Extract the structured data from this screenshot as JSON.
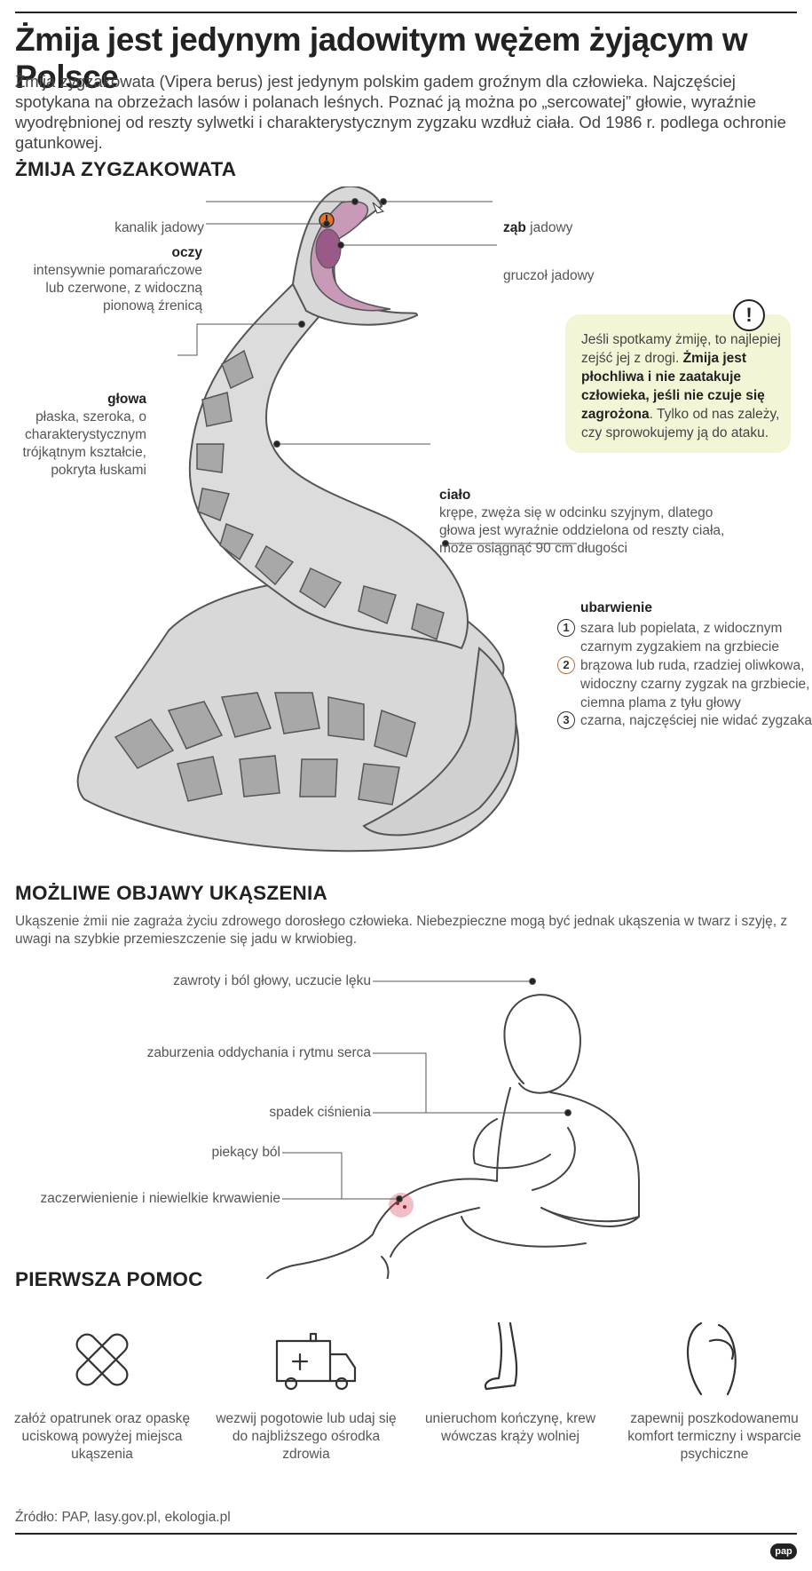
{
  "title": "Żmija jest jedynym jadowitym wężem żyjącym w Polsce",
  "lead": "Żmija zygzakowata (Vipera berus) jest jedynym polskim gadem groźnym dla człowieka. Najczęściej spotykana na obrzeżach lasów i polanach leśnych. Poznać ją można po „sercowatej” głowie, wyraźnie wyodrębnionej od reszty sylwetki i charakterystycznym zygzaku wzdłuż ciała. Od 1986 r. podlega ochronie gatunkowej.",
  "section_snake": "ŻMIJA ZYGZAKOWATA",
  "snake_labels": {
    "kanalik": "kanalik jadowy",
    "oczy_title": "oczy",
    "oczy_desc": "intensywnie pomarańczowe lub czerwone, z widoczną pionową źrenicą",
    "glowa_title": "głowa",
    "glowa_desc": "płaska, szeroka, o charakterystycznym trójkątnym kształcie, pokryta łuskami",
    "zab_bold": "ząb",
    "zab_rest": " jadowy",
    "gruczol": "gruczoł jadowy",
    "cialo_title": "ciało",
    "cialo_desc": "krępe, zwęża się w odcinku szyjnym, dlatego głowa jest wyraźnie oddzielona od reszty ciała, może osiągnąć 90 cm długości",
    "ubarwienie_title": "ubarwienie",
    "color_1_num": "1",
    "color_1": "szara lub popielata, z widocznym czarnym zygzakiem na grzbiecie",
    "color_2_num": "2",
    "color_2": "brązowa lub ruda, rzadziej oliwkowa, widoczny czarny zygzak na grzbiecie, ciemna plama z tyłu głowy",
    "color_3_num": "3",
    "color_3": "czarna, najczęściej nie widać zygzaka"
  },
  "callout": {
    "icon": "exclamation-icon",
    "mark": "!",
    "text_1": "Jeśli spotkamy żmiję, to najlepiej zejść jej z drogi. ",
    "text_bold": "Żmija jest płochliwa i nie zaatakuje człowieka, jeśli nie czuje się zagrożona",
    "text_2": ". Tylko od nas zależy, czy sprowokujemy ją do ataku."
  },
  "section_symptoms": "MOŻLIWE OBJAWY UKĄSZENIA",
  "symptoms_lead": "Ukąszenie żmii nie zagraża życiu zdrowego dorosłego człowieka. Niebezpieczne mogą być jednak ukąszenia w twarz i szyję, z uwagi na szybkie przemieszczenie się jadu w krwiobieg.",
  "symptoms": {
    "s1": "zawroty i ból głowy, uczucie lęku",
    "s2": "zaburzenia oddychania i rytmu serca",
    "s3": "spadek ciśnienia",
    "s4": "piekący ból",
    "s5": "zaczerwienienie i niewielkie krwawienie"
  },
  "section_aid": "PIERWSZA POMOC",
  "aid": [
    {
      "icon": "bandage-icon",
      "text": "załóż opatrunek oraz opaskę uciskową powyżej miejsca ukąszenia"
    },
    {
      "icon": "ambulance-icon",
      "text": "wezwij pogotowie lub udaj się do najbliższego ośrodka zdrowia"
    },
    {
      "icon": "leg-icon",
      "text": "unieruchom kończynę, krew wówczas krąży wolniej"
    },
    {
      "icon": "comfort-icon",
      "text": "zapewnij poszkodowanemu komfort termiczny i wsparcie psychiczne"
    }
  ],
  "source": "Źródło: PAP, lasy.gov.pl, ekologia.pl",
  "logo": "pap",
  "colors": {
    "snake_body": "#d8d8d8",
    "snake_scales": "#a8a8a8",
    "mouth": "#c89ab8",
    "eye": "#e8722a",
    "callout_bg": "#f4f5d6",
    "bite": "#d6455f"
  }
}
